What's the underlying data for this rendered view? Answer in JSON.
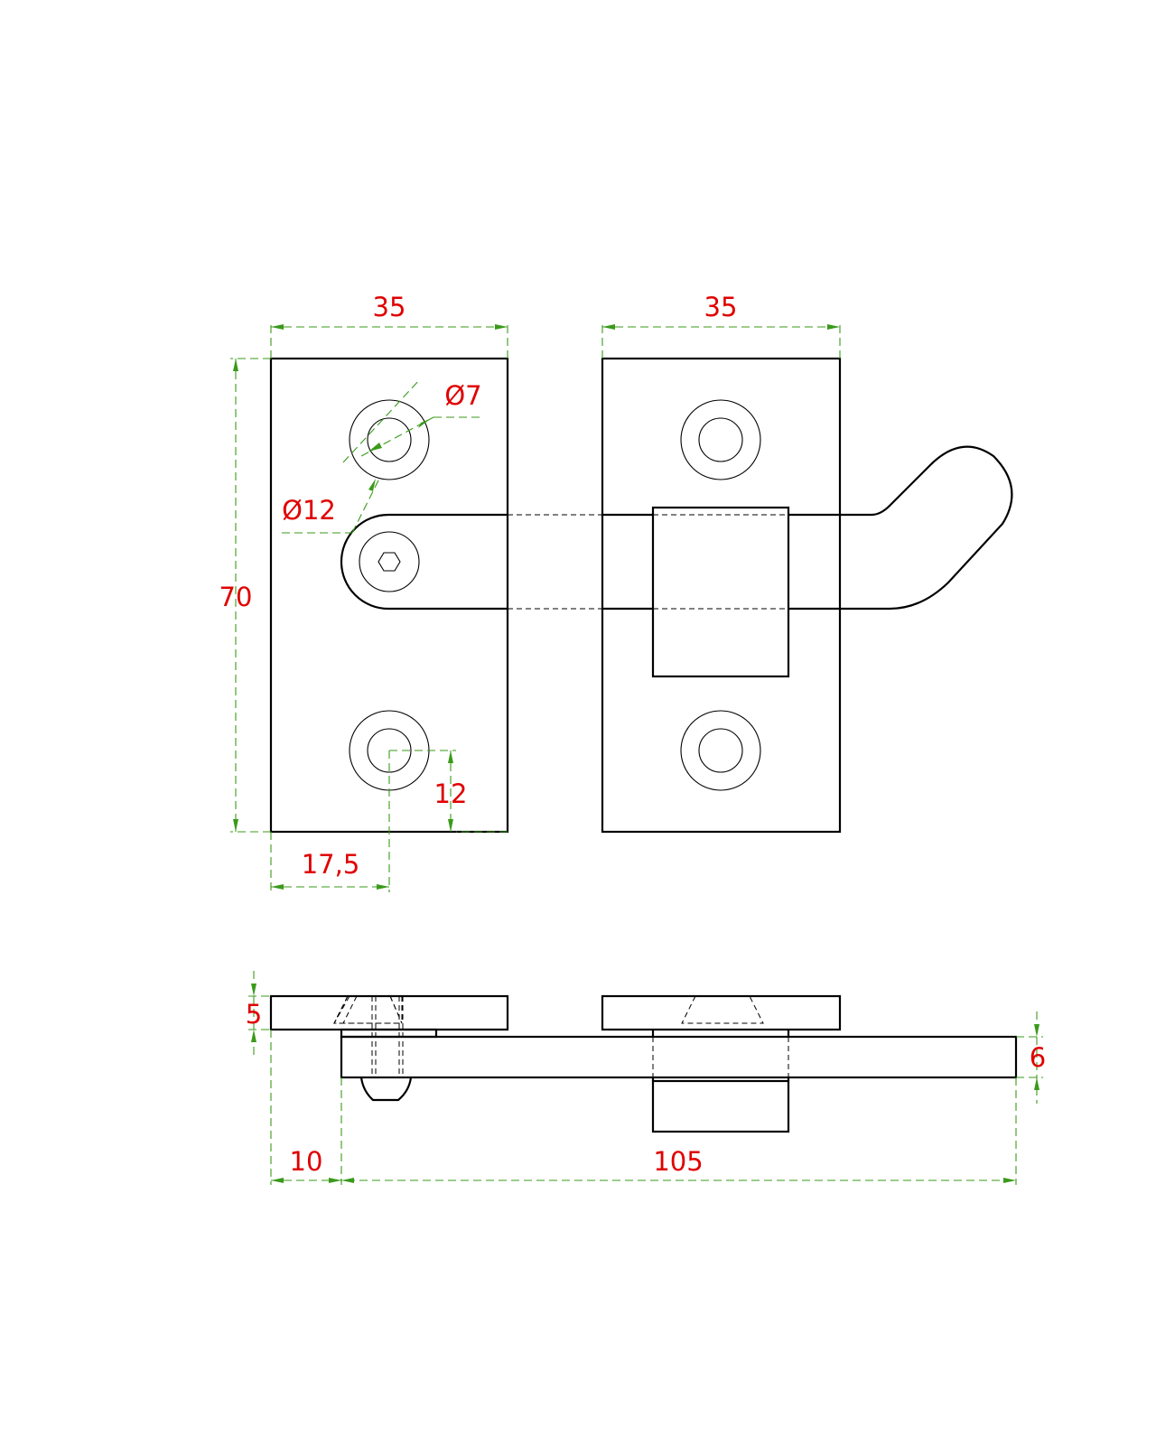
{
  "drawing": {
    "title": "Latch with two mounting plates - top and side views",
    "colors": {
      "outline": "#000000",
      "dimension_line": "#3a9a1a",
      "dimension_text": "#e00000"
    },
    "dimensions": {
      "left_plate_width": "35",
      "right_plate_width": "35",
      "plate_height": "70",
      "hole_inner_diameter": "Ø7",
      "hole_outer_diameter": "Ø12",
      "hole_offset_vertical": "12",
      "hole_offset_horizontal": "17,5",
      "plate_thickness": "5",
      "bar_thickness": "6",
      "bar_offset": "10",
      "bar_length": "105"
    }
  }
}
